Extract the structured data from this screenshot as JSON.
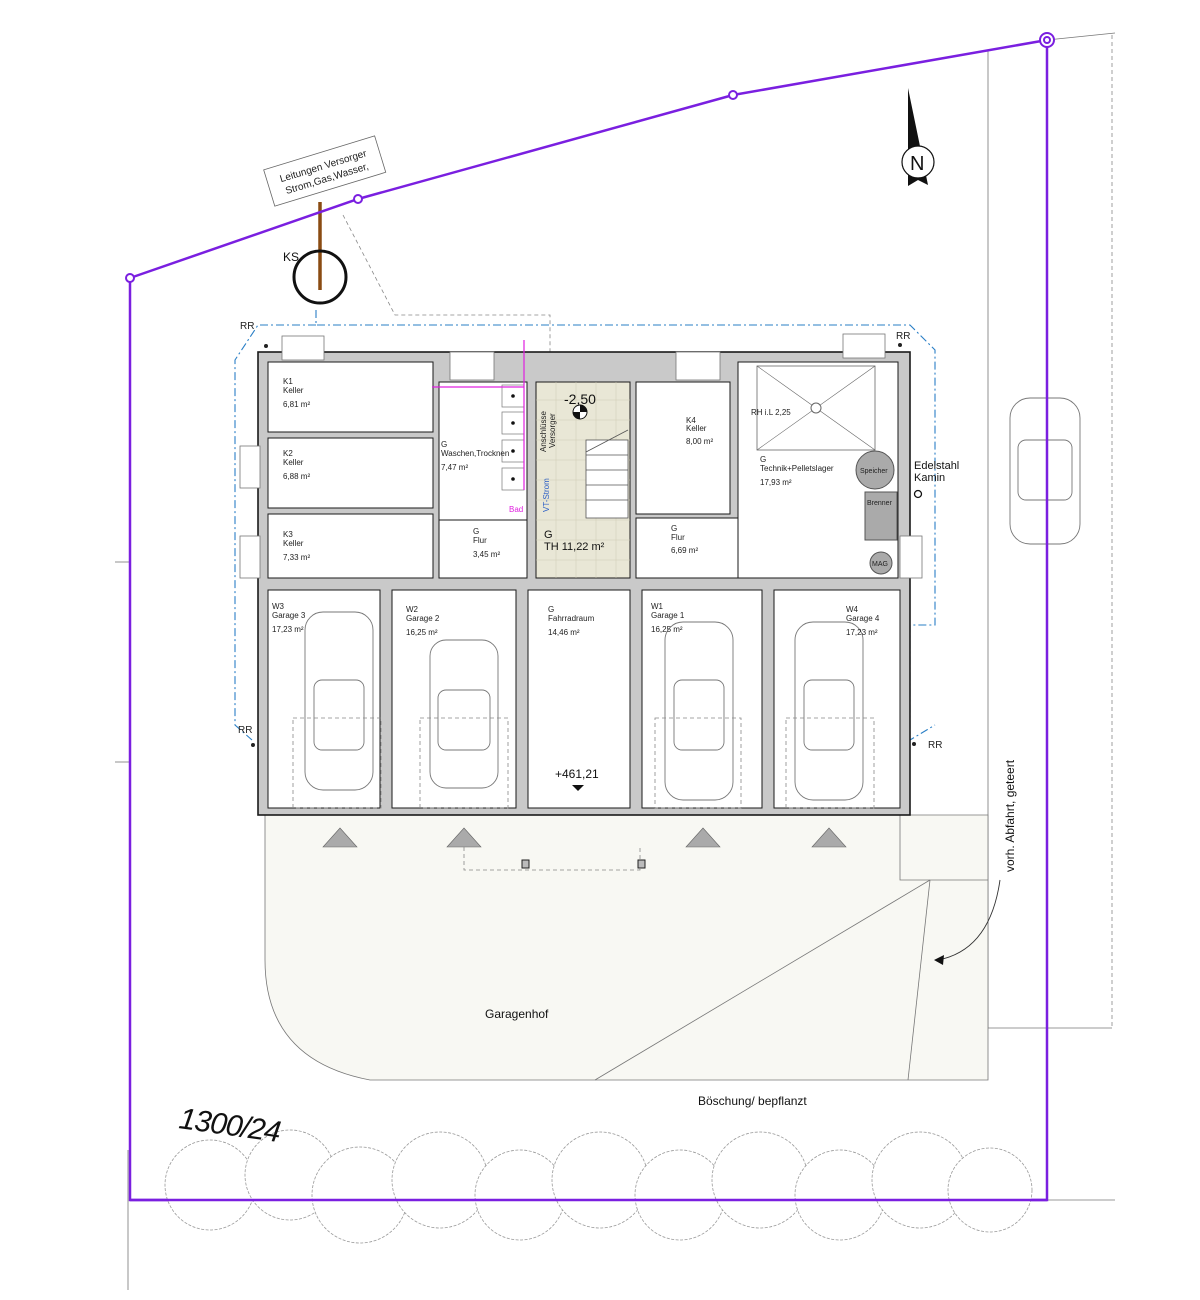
{
  "title": "Kellergeschoss / Garagen – Lageplan",
  "parcel": {
    "number": "1300/24",
    "boundary_color": "#7a1fe0"
  },
  "notes": {
    "utilities_line1": "Leitungen Versorger",
    "utilities_line2": "Strom,Gas,Wasser,",
    "ks": "KS",
    "rr": "RR",
    "north": "N",
    "chimney_line1": "Edelstahl",
    "chimney_line2": "Kamin",
    "driveway": "vorh. Abfahrt, geteert",
    "courtyard": "Garagenhof",
    "slope": "Böschung/ bepflanzt",
    "level_basement": "-2,50",
    "level_entry": "+461,21",
    "anschluesse_1": "Anschlüsse",
    "anschluesse_2": "Versorger",
    "vt_strom": "VT-Strom",
    "bad": "Bad",
    "rh": "RH i.L 2,25",
    "speicher": "Speicher",
    "brenner": "Brenner",
    "mag": "MAG"
  },
  "rooms": [
    {
      "code": "K1",
      "name": "Keller",
      "area": "6,81 m²"
    },
    {
      "code": "K2",
      "name": "Keller",
      "area": "6,88 m²"
    },
    {
      "code": "K3",
      "name": "Keller",
      "area": "7,33 m²"
    },
    {
      "code": "G",
      "name": "Waschen,Trocknen",
      "area": "7,47 m²"
    },
    {
      "code": "G",
      "name": "Flur",
      "area": "3,45 m²"
    },
    {
      "code": "G",
      "name": "TH 11,22 m²",
      "area": ""
    },
    {
      "code": "K4",
      "name": "Keller",
      "area": "8,00 m²"
    },
    {
      "code": "G",
      "name": "Flur",
      "area": "6,69 m²"
    },
    {
      "code": "G",
      "name": "Technik+Pelletslager",
      "area": "17,93 m²"
    },
    {
      "code": "W3",
      "name": "Garage 3",
      "area": "17,23 m²"
    },
    {
      "code": "W2",
      "name": "Garage 2",
      "area": "16,25 m²"
    },
    {
      "code": "G",
      "name": "Fahrradraum",
      "area": "14,46 m²"
    },
    {
      "code": "W1",
      "name": "Garage 1",
      "area": "16,25 m²"
    },
    {
      "code": "W4",
      "name": "Garage 4",
      "area": "17,23 m²"
    }
  ]
}
